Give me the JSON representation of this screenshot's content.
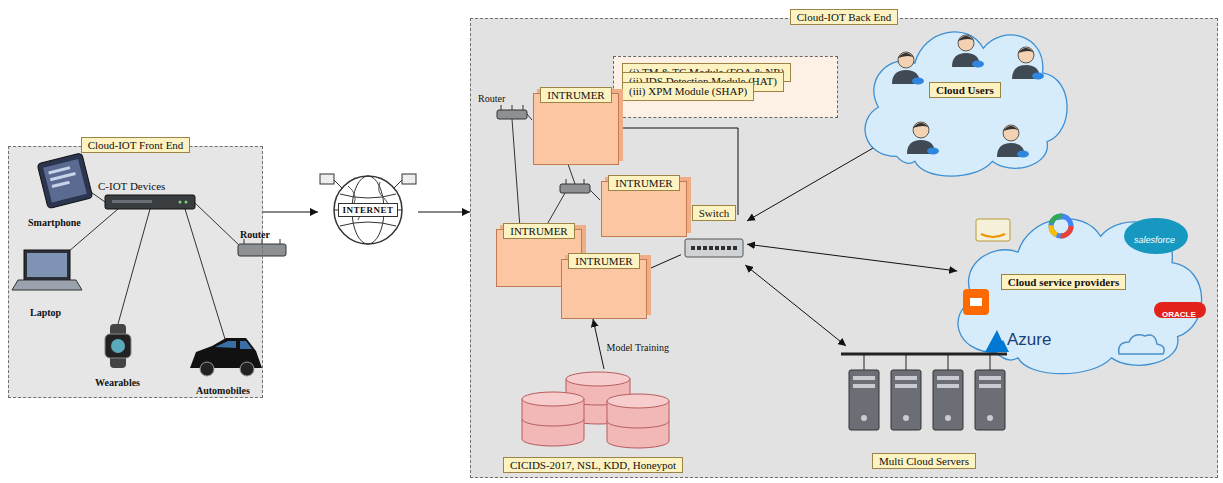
{
  "diagram": {
    "nodes": [
      {
        "text": [
          "Cloud-IOT Front End"
        ]
      },
      {
        "text": [
          "INTERNET"
        ]
      },
      {
        "text": [
          "Cloud-IOT Back End"
        ]
      },
      {
        "text": [
          "(i) TM & TC Module (FOA & NB)",
          "(ii) IDS Detection Module (HAT)",
          "(iii) XPM Module (SHAP)"
        ],
        "in": 2
      },
      {
        "text": [
          "INTRUMER"
        ],
        "in": 2
      },
      {
        "text": [
          "INTRUMER"
        ],
        "in": 2
      },
      {
        "text": [
          "INTRUMER"
        ],
        "in": 2
      },
      {
        "text": [
          "INTRUMER"
        ],
        "in": 2
      },
      {
        "text": [
          "Switch"
        ],
        "in": 2
      },
      {
        "text": [
          "Cloud Users"
        ],
        "in": 2
      },
      {
        "text": [
          "Cloud service providers"
        ],
        "in": 2
      },
      {
        "text": [
          "Multi Cloud Servers"
        ],
        "in": 2
      },
      {
        "text": [
          "CICIDS-2017, NSL, KDD, Honeypot"
        ],
        "in": 2
      }
    ],
    "edges": [
      {
        "from": 0,
        "to": 1,
        "arrow": "to"
      },
      {
        "from": 1,
        "to": 2,
        "arrow": "to"
      },
      {
        "from": 3,
        "to": 4,
        "arrow": "none"
      },
      {
        "from": 4,
        "to": 8,
        "arrow": "none"
      },
      {
        "from": 5,
        "to": 8,
        "arrow": "none"
      },
      {
        "from": 7,
        "to": 8,
        "arrow": "none"
      },
      {
        "from": 12,
        "to": 7,
        "label": "Model Training",
        "arrow": "to"
      },
      {
        "from": 8,
        "to": 9,
        "arrow": "both"
      },
      {
        "from": 8,
        "to": 10,
        "arrow": "both"
      },
      {
        "from": 8,
        "to": 11,
        "arrow": "both"
      }
    ],
    "labels": [
      "C-IOT Devices",
      "Smartphone",
      "Laptop",
      "Wearables",
      "Automobiles",
      "Router",
      "Router",
      "salesforce",
      "ORACLE",
      "Azure"
    ]
  }
}
